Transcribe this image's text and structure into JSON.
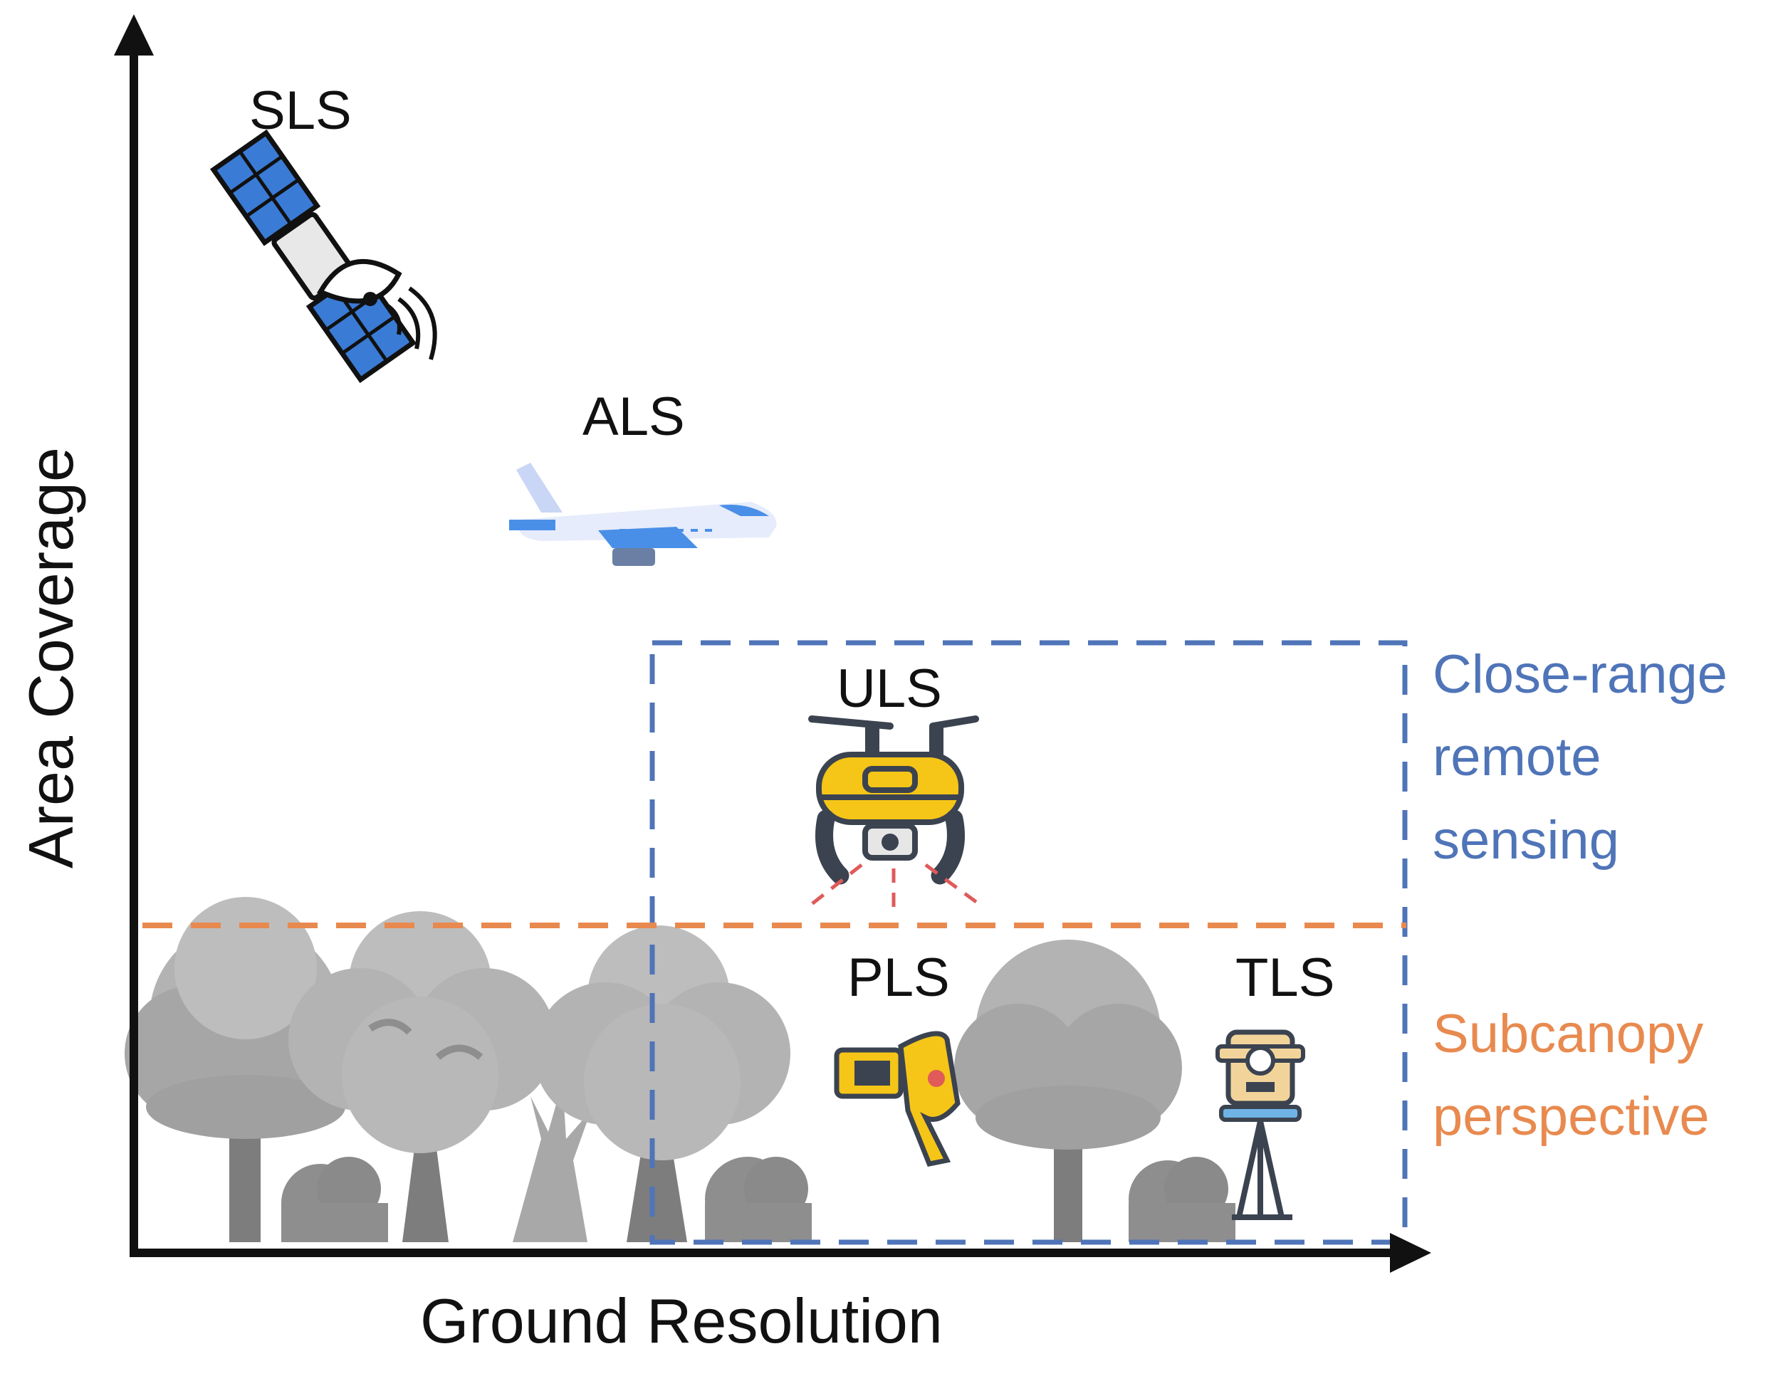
{
  "axes": {
    "x_label": "Ground Resolution",
    "y_label": "Area Coverage"
  },
  "platforms": [
    {
      "label": "SLS",
      "icon": "satellite-icon"
    },
    {
      "label": "ALS",
      "icon": "airplane-icon"
    },
    {
      "label": "ULS",
      "icon": "drone-icon"
    },
    {
      "label": "PLS",
      "icon": "handheld-scanner-icon"
    },
    {
      "label": "TLS",
      "icon": "tripod-scanner-icon"
    }
  ],
  "regions": {
    "close_range": {
      "lines": [
        "Close-range",
        "remote",
        "sensing"
      ],
      "color": "#4f74b8"
    },
    "subcanopy": {
      "lines": [
        "Subcanopy",
        "perspective"
      ],
      "color": "#e88a4f"
    }
  },
  "colors": {
    "tree": "#b3b3b3",
    "tree_dark": "#8e8e8e",
    "trunk": "#7d7d7d",
    "drone_yellow": "#f5c518",
    "drone_dark": "#3b4350",
    "satellite_blue": "#3a7bd5",
    "plane_blue": "#4a8fe7",
    "plane_body": "#e6ecfb"
  }
}
